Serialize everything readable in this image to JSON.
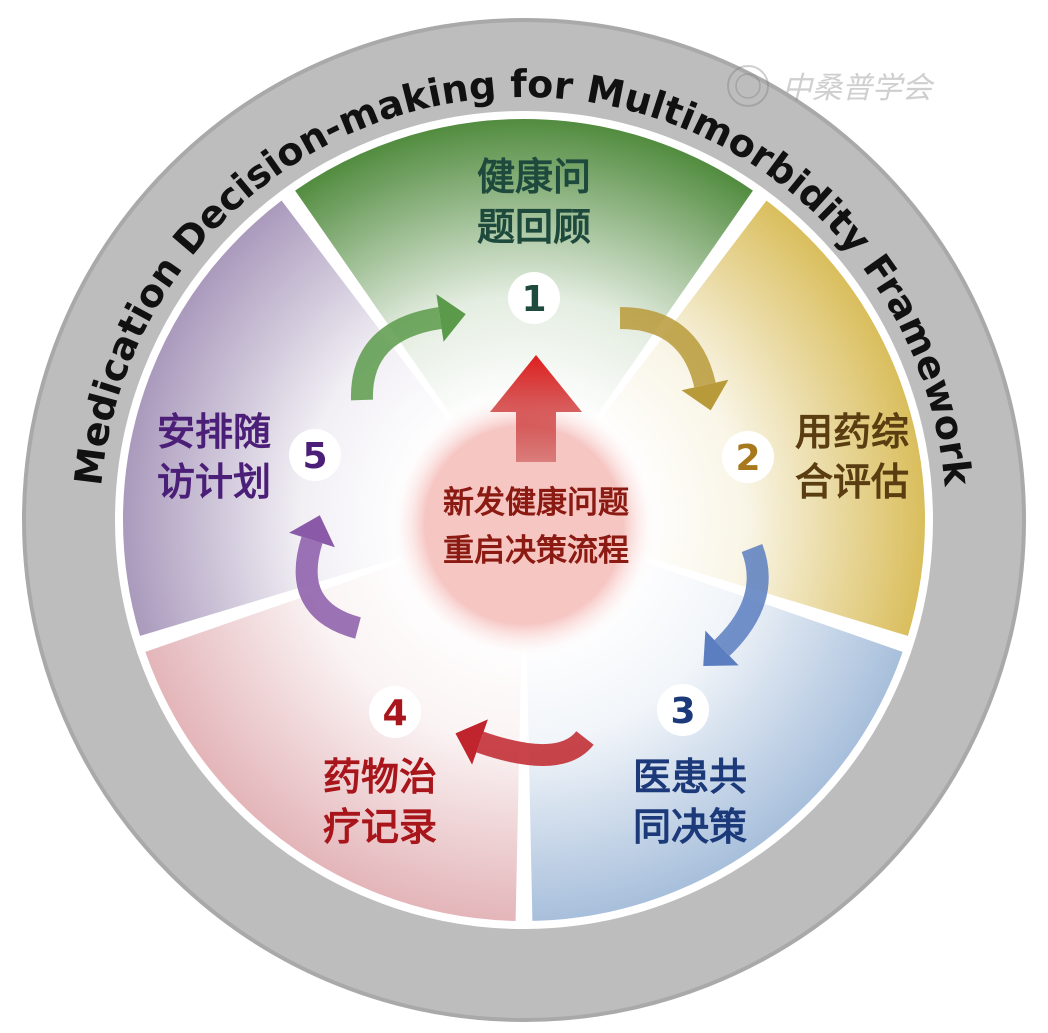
{
  "title": "Medication Decision-making for Multimorbidity Framework",
  "center": {
    "lines": [
      "新发健康问题",
      "重启决策流程"
    ],
    "color": "#8b1a12",
    "fill": "#f6c6c3"
  },
  "steps": [
    {
      "number": "1",
      "lines": [
        "健康问",
        "题回顾"
      ],
      "text_color": "#1e4a3e",
      "number_color": "#1e4a3e",
      "segment_color": "#4f8a3c"
    },
    {
      "number": "2",
      "lines": [
        "用药综",
        "合评估"
      ],
      "text_color": "#5a3d10",
      "number_color": "#a8781c",
      "segment_color": "#d9bd5a"
    },
    {
      "number": "3",
      "lines": [
        "医患共",
        "同决策"
      ],
      "text_color": "#1c3a7a",
      "number_color": "#1c3a7a",
      "segment_color": "#a6bedb"
    },
    {
      "number": "4",
      "lines": [
        "药物治",
        "疗记录"
      ],
      "text_color": "#a8151a",
      "number_color": "#a8151a",
      "segment_color": "#e3b4b8"
    },
    {
      "number": "5",
      "lines": [
        "安排随",
        "访计划"
      ],
      "text_color": "#4b1f78",
      "number_color": "#4b1f78",
      "segment_color": "#a898bb"
    }
  ],
  "arrows": [
    {
      "name": "arrow-5-to-1",
      "color": "#5a9a4a"
    },
    {
      "name": "arrow-1-to-2",
      "color": "#b89a3a"
    },
    {
      "name": "arrow-2-to-3",
      "color": "#5a7ec0"
    },
    {
      "name": "arrow-3-to-4",
      "color": "#c0242c"
    },
    {
      "name": "arrow-4-to-5",
      "color": "#8a5aa8"
    }
  ],
  "ring_color": "#bdbdbd",
  "watermark": "中桑普学会"
}
